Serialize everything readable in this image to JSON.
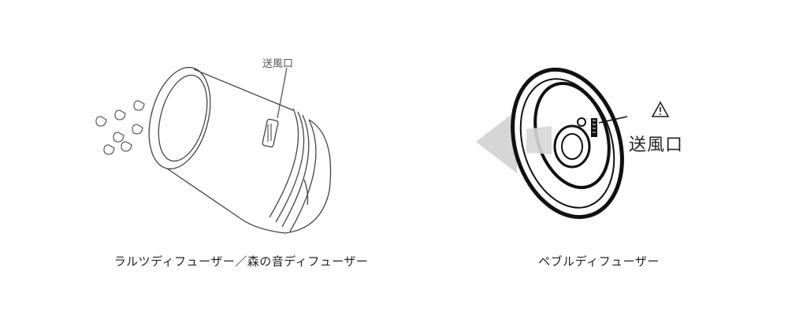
{
  "left_panel": {
    "caption": "ラルツディフューザー／森の音ディフューザー",
    "vent_label": "送風口"
  },
  "right_panel": {
    "caption": "ペブルディフューザー",
    "warning_symbol": "⚠",
    "vent_label": "送風口"
  },
  "colors": {
    "line": "#333333",
    "arrow": "#cfcfcf",
    "device_body": "#ffffff",
    "device_dark": "#111111"
  },
  "icons": [
    "mist-drop-icon",
    "warning-triangle-icon",
    "airflow-arrow-icon"
  ]
}
